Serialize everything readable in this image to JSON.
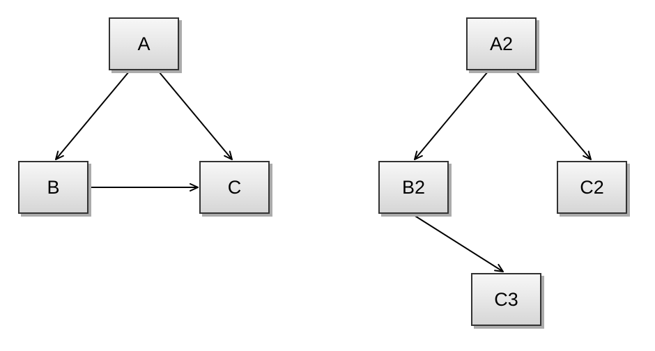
{
  "diagrams": [
    {
      "name": "left-graph",
      "nodes": [
        {
          "id": "A",
          "label": "A"
        },
        {
          "id": "B",
          "label": "B"
        },
        {
          "id": "C",
          "label": "C"
        }
      ],
      "edges": [
        {
          "from": "A",
          "to": "B"
        },
        {
          "from": "A",
          "to": "C"
        },
        {
          "from": "B",
          "to": "C"
        }
      ]
    },
    {
      "name": "right-graph",
      "nodes": [
        {
          "id": "A2",
          "label": "A2"
        },
        {
          "id": "B2",
          "label": "B2"
        },
        {
          "id": "C2",
          "label": "C2"
        },
        {
          "id": "C3",
          "label": "C3"
        }
      ],
      "edges": [
        {
          "from": "A2",
          "to": "B2"
        },
        {
          "from": "A2",
          "to": "C2"
        },
        {
          "from": "B2",
          "to": "C3"
        }
      ]
    }
  ],
  "colors": {
    "background": "#ffffff",
    "node_fill_top": "#f7f7f7",
    "node_fill_bottom": "#d6d6d6",
    "node_border": "#323232",
    "node_shadow": "#ababab",
    "edge_stroke": "#000000",
    "label_color": "#000000"
  }
}
